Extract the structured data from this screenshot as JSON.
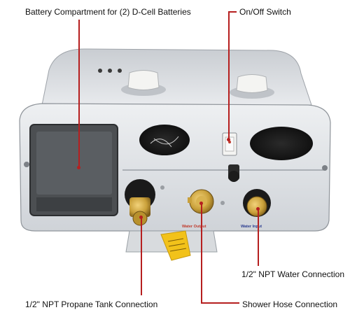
{
  "callouts": {
    "battery": "Battery Compartment for (2) D-Cell Batteries",
    "switch": "On/Off Switch",
    "water_conn": "1/2\" NPT Water Connection",
    "propane": "1/2\" NPT Propane Tank Connection",
    "shower": "Shower Hose Connection"
  },
  "decals": {
    "water_output": "Water Output",
    "water_input": "Water Input"
  },
  "colors": {
    "callout": "#b61f1f",
    "body": "#dfe2e6",
    "brass": "#c9a03a"
  }
}
